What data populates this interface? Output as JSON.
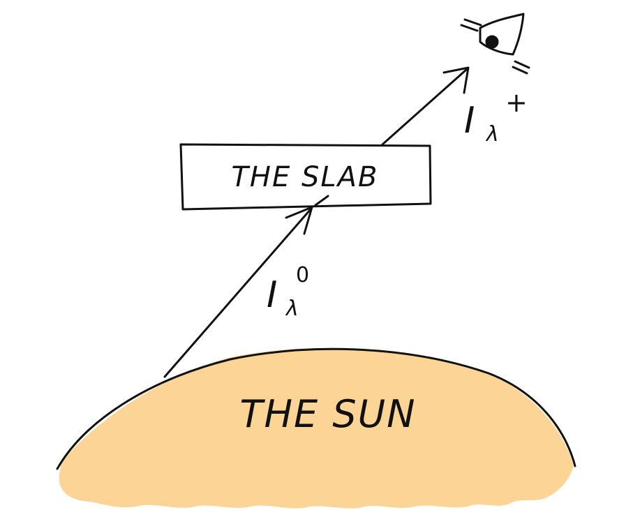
{
  "slab_label": "THE SLAB",
  "sun_label": "THE SUN",
  "incoming_intensity": {
    "symbol": "I",
    "subscript": "λ",
    "superscript": "0"
  },
  "outgoing_intensity": {
    "symbol": "I",
    "subscript": "λ",
    "superscript": "+"
  },
  "colors": {
    "sun_fill": "#FCD596",
    "ink": "#111111",
    "background": "#FFFFFF"
  },
  "icons": {
    "observer": "eye-icon"
  }
}
